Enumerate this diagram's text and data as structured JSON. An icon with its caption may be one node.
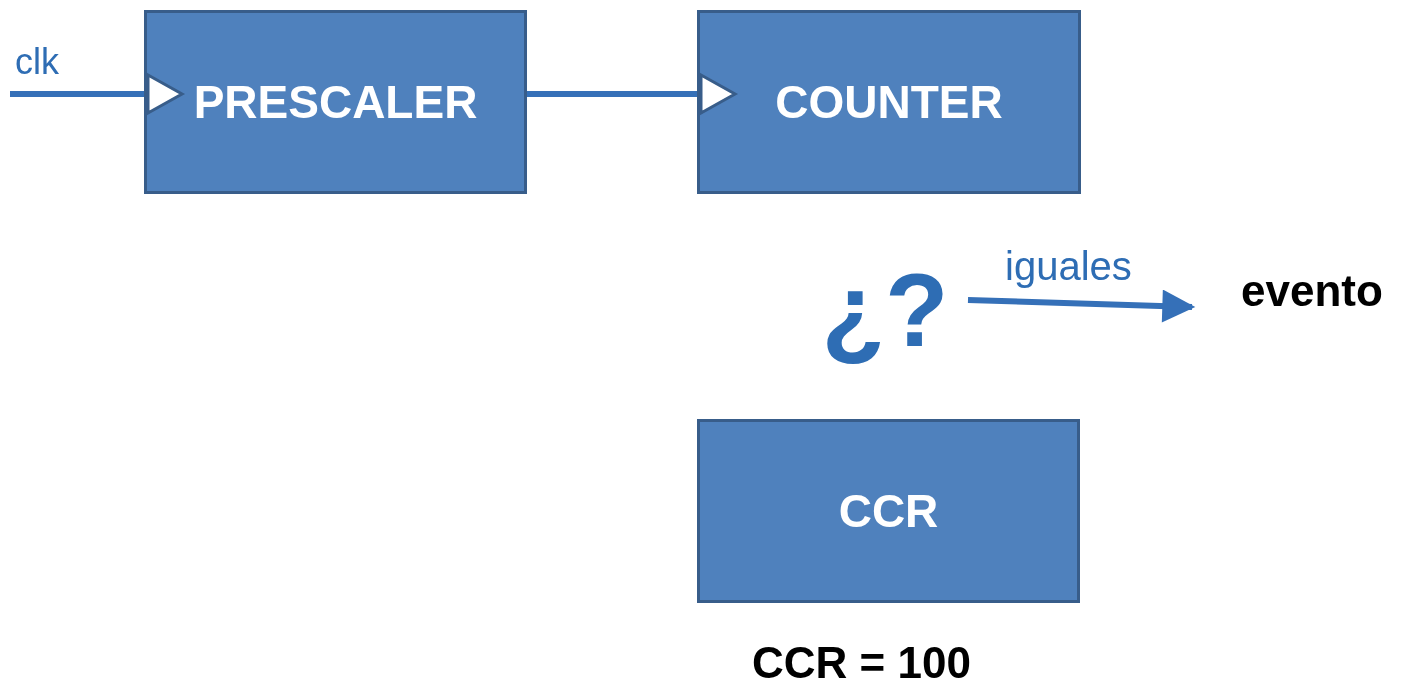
{
  "diagram": {
    "nodes": [
      {
        "text": [
          "PRESCALER"
        ]
      },
      {
        "text": [
          "COUNTER"
        ]
      },
      {
        "text": [
          "¿?"
        ]
      },
      {
        "text": [
          "evento"
        ]
      },
      {
        "text": [
          "CCR"
        ]
      }
    ],
    "edges": [
      {
        "from": null,
        "to": 0,
        "arrow": "none",
        "label": "clk"
      },
      {
        "from": 0,
        "to": 1,
        "arrow": "none"
      },
      {
        "from": 2,
        "to": 3,
        "arrow": "to",
        "label": "iguales"
      }
    ],
    "labels": [
      "CCR = 100"
    ]
  }
}
